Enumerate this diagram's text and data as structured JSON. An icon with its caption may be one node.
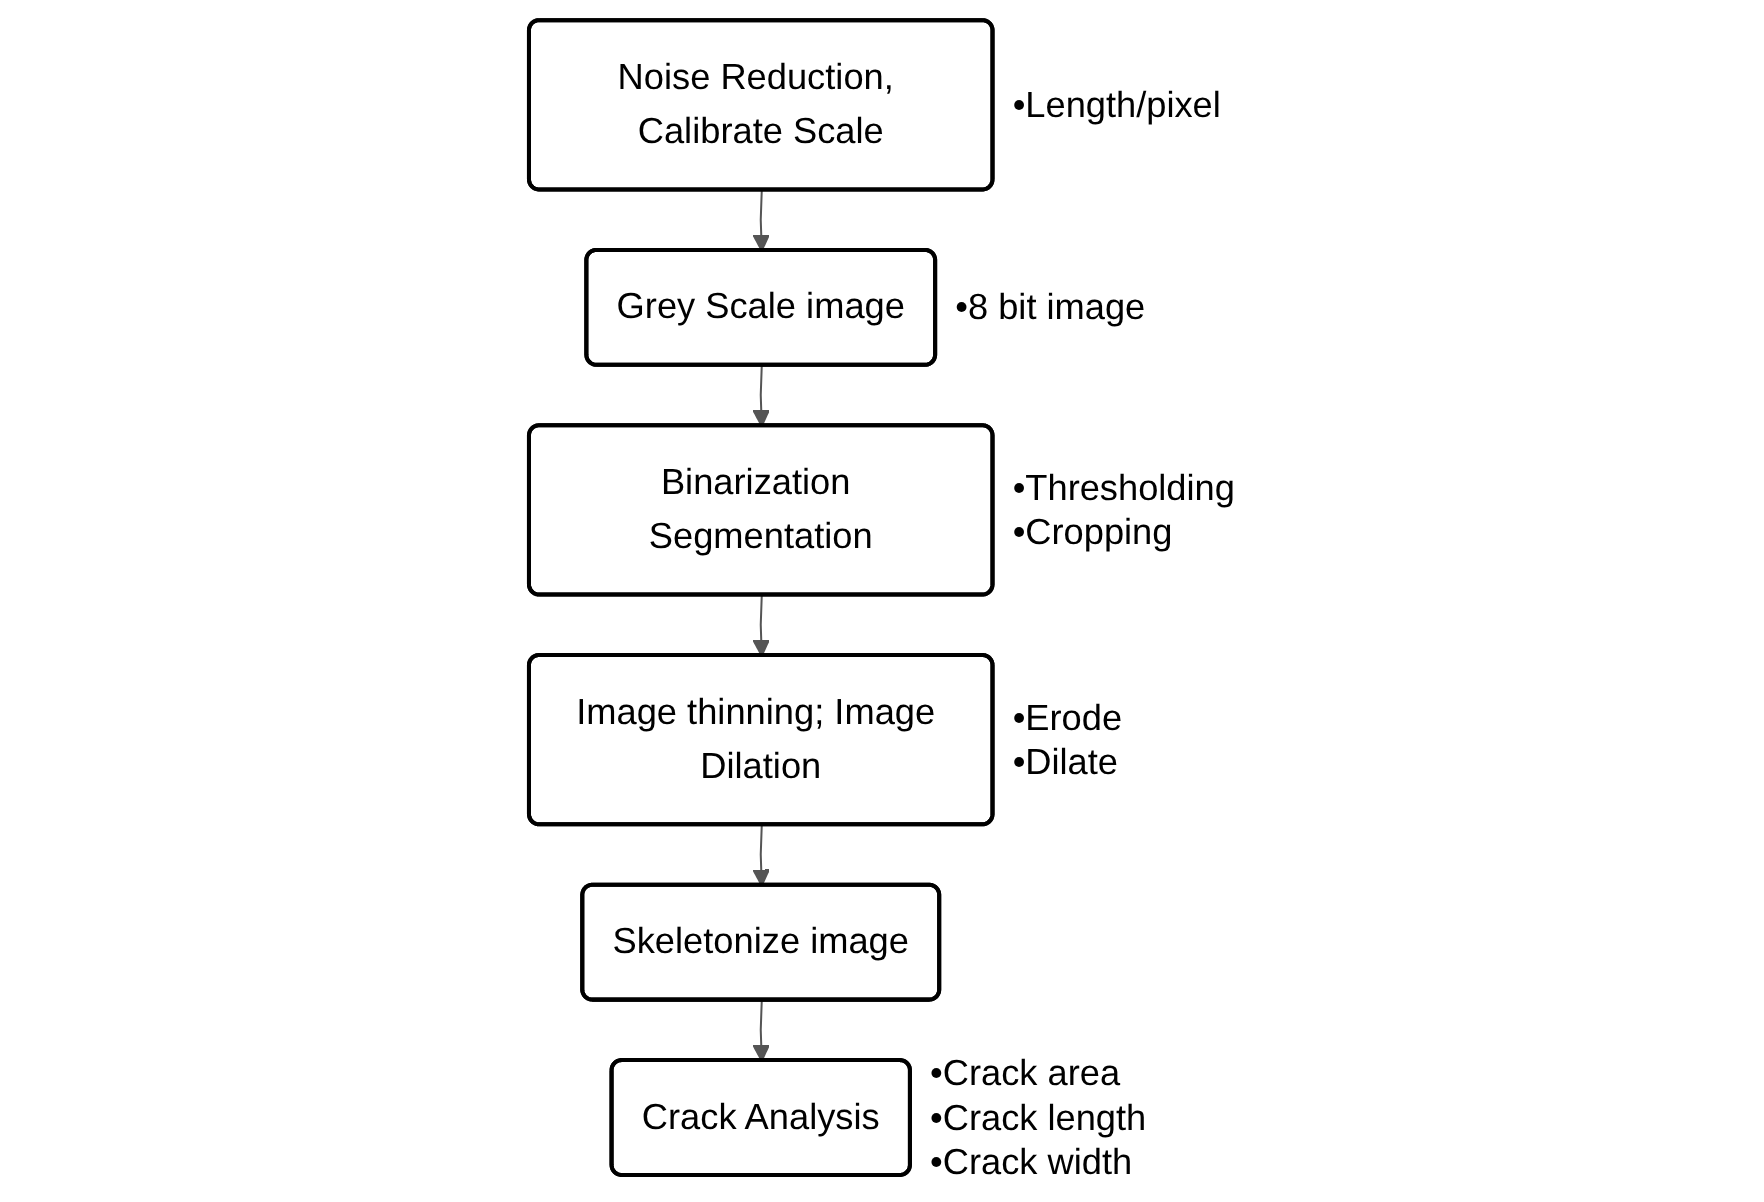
{
  "diagram": {
    "nodes": [
      {
        "text": [
          "Noise Reduction, Calibrate Scale"
        ],
        "beside": [
          "•Length/pixel"
        ]
      },
      {
        "text": [
          "Grey Scale image"
        ],
        "beside": [
          "•8 bit image"
        ]
      },
      {
        "text": [
          "Binarization Segmentation"
        ],
        "beside": [
          "•Thresholding",
          "•Cropping"
        ]
      },
      {
        "text": [
          "Image thinning; Image Dilation"
        ],
        "beside": [
          "•Erode",
          "•Dilate"
        ]
      },
      {
        "text": [
          "Skeletonize image"
        ]
      },
      {
        "text": [
          "Crack Analysis"
        ],
        "beside": [
          "•Crack area",
          "•Crack length",
          "•Crack width"
        ]
      }
    ],
    "edges": [
      {
        "from": 0,
        "to": 1,
        "arrow": "to"
      },
      {
        "from": 1,
        "to": 2,
        "arrow": "to"
      },
      {
        "from": 2,
        "to": 3,
        "arrow": "to"
      },
      {
        "from": 3,
        "to": 4,
        "arrow": "to"
      },
      {
        "from": 4,
        "to": 5,
        "arrow": "to"
      }
    ]
  }
}
